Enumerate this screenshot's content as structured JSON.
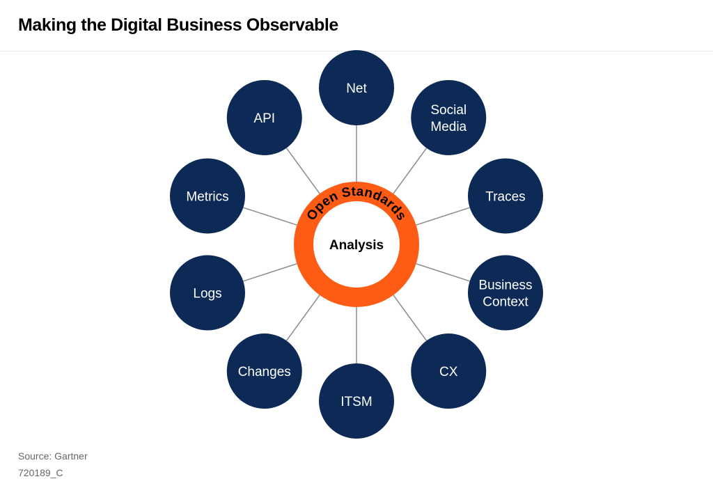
{
  "title": "Making the Digital Business Observable",
  "colors": {
    "node_fill": "#0d2a57",
    "ring": "#fe5c14",
    "connector": "#8a8a8a",
    "center_text": "#000000"
  },
  "center": {
    "label": "Analysis",
    "ring_label": "Open Standards"
  },
  "nodes": [
    {
      "id": "net",
      "lines": [
        "Net"
      ]
    },
    {
      "id": "social-media",
      "lines": [
        "Social",
        "Media"
      ]
    },
    {
      "id": "traces",
      "lines": [
        "Traces"
      ]
    },
    {
      "id": "business-context",
      "lines": [
        "Business",
        "Context"
      ]
    },
    {
      "id": "cx",
      "lines": [
        "CX"
      ]
    },
    {
      "id": "itsm",
      "lines": [
        "ITSM"
      ]
    },
    {
      "id": "changes",
      "lines": [
        "Changes"
      ]
    },
    {
      "id": "logs",
      "lines": [
        "Logs"
      ]
    },
    {
      "id": "metrics",
      "lines": [
        "Metrics"
      ]
    },
    {
      "id": "api",
      "lines": [
        "API"
      ]
    }
  ],
  "footer": {
    "source": "Source: Gartner",
    "code": "720189_C"
  }
}
